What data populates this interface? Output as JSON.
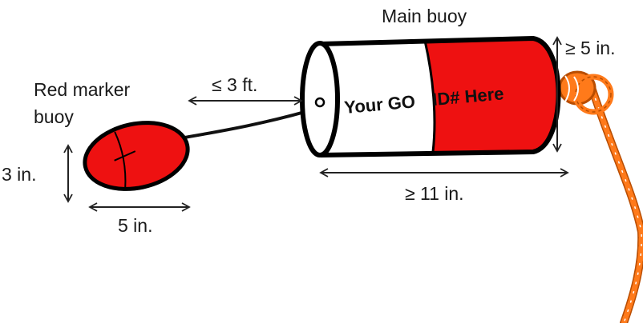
{
  "labels": {
    "main_buoy": "Main buoy",
    "marker_line1": "Red marker",
    "marker_line2": "buoy",
    "marker_height": "3 in.",
    "marker_length": "5 in.",
    "line_length": "≤ 3 ft.",
    "main_diameter": "≥ 5 in.",
    "main_length": "≥ 11 in.",
    "buoy_text_left": "Your GO",
    "buoy_text_right": "ID# Here"
  },
  "colors": {
    "buoy_red": "#ee1111",
    "outline": "#000000",
    "rope": "#ff7a1a",
    "buoy_white": "#ffffff"
  }
}
